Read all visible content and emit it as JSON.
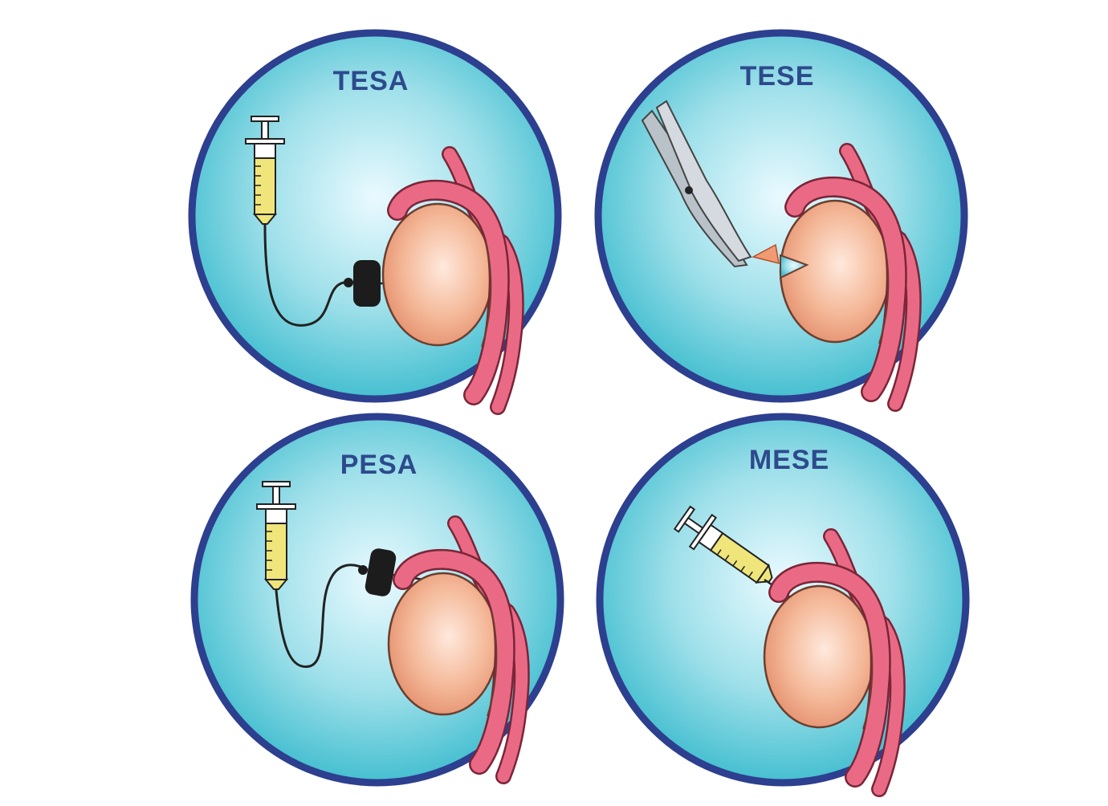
{
  "colors": {
    "ring": "#2d3f8f",
    "fill_center": "#eafaff",
    "fill_edge": "#45bfd0",
    "title": "#2d4a8c",
    "testis_light": "#ffe9dd",
    "testis_dark": "#e4906e",
    "testis_stroke": "#6b3e2e",
    "epididymis": "#ea6a85",
    "epididymis_stroke": "#7a2538",
    "syringe_fluid": "#efe57a",
    "device": "#1c1c1c",
    "scissors": "#b9c1c9",
    "tissue": "#f29a72"
  },
  "panels": [
    {
      "id": "tesa",
      "label": "TESA",
      "instrument": "syringe-with-tube-and-needle-device"
    },
    {
      "id": "tese",
      "label": "TESE",
      "instrument": "scissors-icon"
    },
    {
      "id": "pesa",
      "label": "PESA",
      "instrument": "syringe-with-tube-and-needle-device"
    },
    {
      "id": "mese",
      "label": "MESE",
      "instrument": "syringe-with-needle"
    }
  ]
}
